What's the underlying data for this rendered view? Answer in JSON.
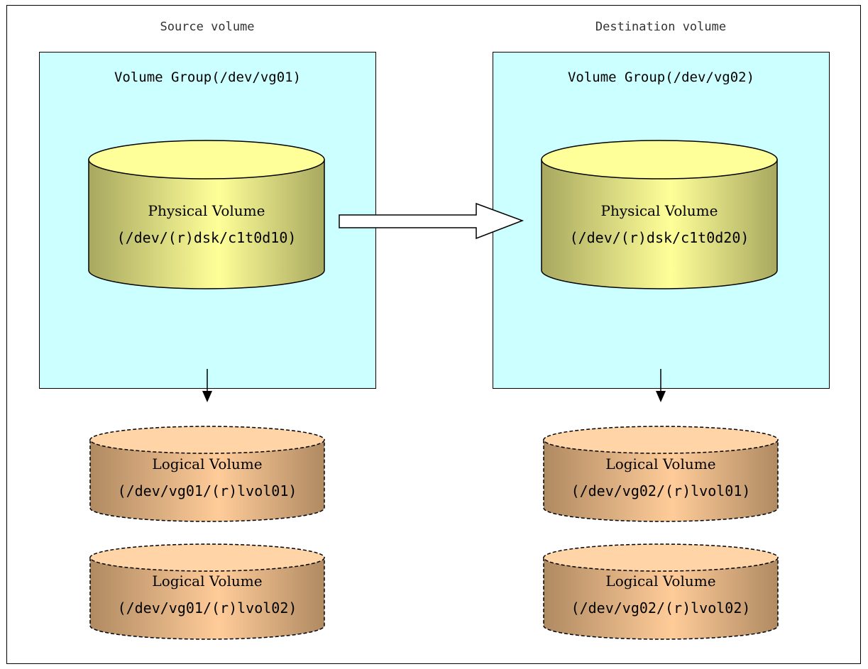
{
  "source": {
    "title": "Source volume",
    "volume_group": "Volume Group(/dev/vg01)",
    "physical_volume": {
      "label": "Physical Volume",
      "path": "(/dev/(r)dsk/c1t0d10)"
    },
    "logical_volumes": [
      {
        "label": "Logical Volume",
        "path": "(/dev/vg01/(r)lvol01)"
      },
      {
        "label": "Logical Volume",
        "path": "(/dev/vg01/(r)lvol02)"
      }
    ]
  },
  "destination": {
    "title": "Destination volume",
    "volume_group": "Volume Group(/dev/vg02)",
    "physical_volume": {
      "label": "Physical Volume",
      "path": "(/dev/(r)dsk/c1t0d20)"
    },
    "logical_volumes": [
      {
        "label": "Logical Volume",
        "path": "(/dev/vg02/(r)lvol01)"
      },
      {
        "label": "Logical Volume",
        "path": "(/dev/vg02/(r)lvol02)"
      }
    ]
  },
  "colors": {
    "volume_group_fill": "#ccffff",
    "physical_volume_top": "#ffff99",
    "physical_volume_side_dark": "#a8a860",
    "physical_volume_side_light": "#ffff99",
    "logical_volume_top": "#ffd5a8",
    "logical_volume_side_dark": "#b08a62",
    "logical_volume_side_light": "#ffcc99"
  }
}
